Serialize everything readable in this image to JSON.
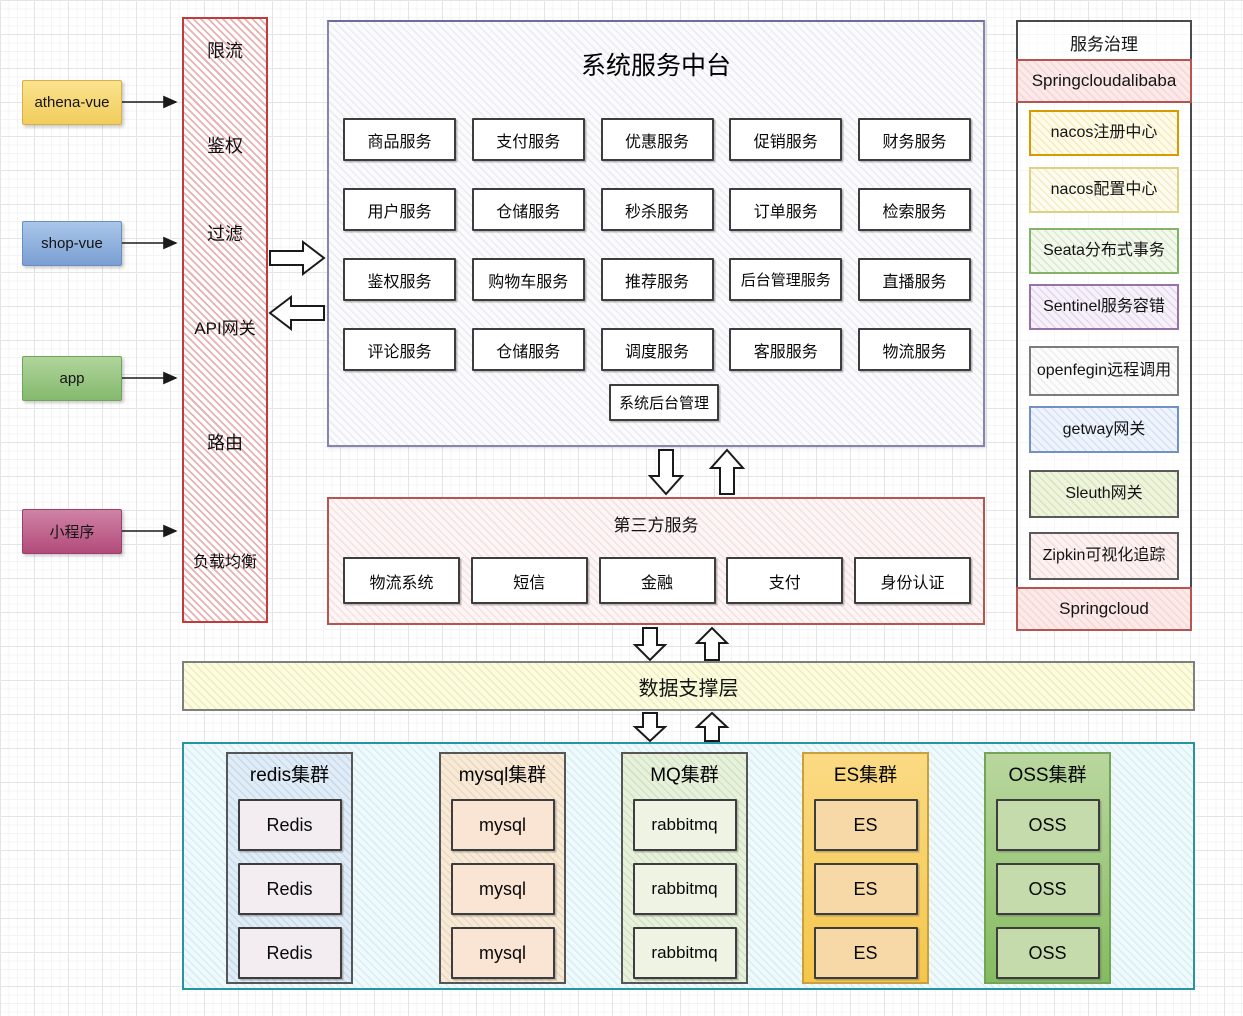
{
  "clients": {
    "items": [
      {
        "label": "athena-vue"
      },
      {
        "label": "shop-vue"
      },
      {
        "label": "app"
      },
      {
        "label": "小程序"
      }
    ]
  },
  "gateway": {
    "labels": [
      "限流",
      "鉴权",
      "过滤",
      "API网关",
      "路由",
      "负载均衡"
    ]
  },
  "mid_platform": {
    "title": "系统服务中台",
    "services": [
      "商品服务",
      "支付服务",
      "优惠服务",
      "促销服务",
      "财务服务",
      "用户服务",
      "仓储服务",
      "秒杀服务",
      "订单服务",
      "检索服务",
      "鉴权服务",
      "购物车服务",
      "推荐服务",
      "后台管理服务",
      "直播服务",
      "评论服务",
      "仓储服务",
      "调度服务",
      "客服服务",
      "物流服务"
    ],
    "admin": "系统后台管理"
  },
  "third_party": {
    "title": "第三方服务",
    "services": [
      "物流系统",
      "短信",
      "金融",
      "支付",
      "身份认证"
    ]
  },
  "data_layer": {
    "title": "数据支撑层"
  },
  "clusters": {
    "groups": [
      {
        "title": "redis集群",
        "nodes": [
          "Redis",
          "Redis",
          "Redis"
        ]
      },
      {
        "title": "mysql集群",
        "nodes": [
          "mysql",
          "mysql",
          "mysql"
        ]
      },
      {
        "title": "MQ集群",
        "nodes": [
          "rabbitmq",
          "rabbitmq",
          "rabbitmq"
        ]
      },
      {
        "title": "ES集群",
        "nodes": [
          "ES",
          "ES",
          "ES"
        ]
      },
      {
        "title": "OSS集群",
        "nodes": [
          "OSS",
          "OSS",
          "OSS"
        ]
      }
    ]
  },
  "governance": {
    "title": "服务治理",
    "top_badge": "Springcloudalibaba",
    "items": [
      "nacos注册中心",
      "nacos配置中心",
      "Seata分布式事务",
      "Sentinel服务容错",
      "openfegin远程调用",
      "getway网关",
      "Sleuth网关",
      "Zipkin可视化追踪"
    ],
    "bottom_badge": "Springcloud"
  },
  "colors": {
    "client_athena": "#f5d76b",
    "client_shop": "#8db0dd",
    "client_app": "#9cc98a",
    "client_mini": "#c2618c",
    "gateway_border": "#c23b3b",
    "mid_platform_border": "#8585ad",
    "third_party_border": "#b85450",
    "data_layer_fill": "#fcfce1",
    "cluster_container_border": "#2596a0",
    "es_fill": "#f8d266",
    "oss_fill": "#9ec981"
  }
}
